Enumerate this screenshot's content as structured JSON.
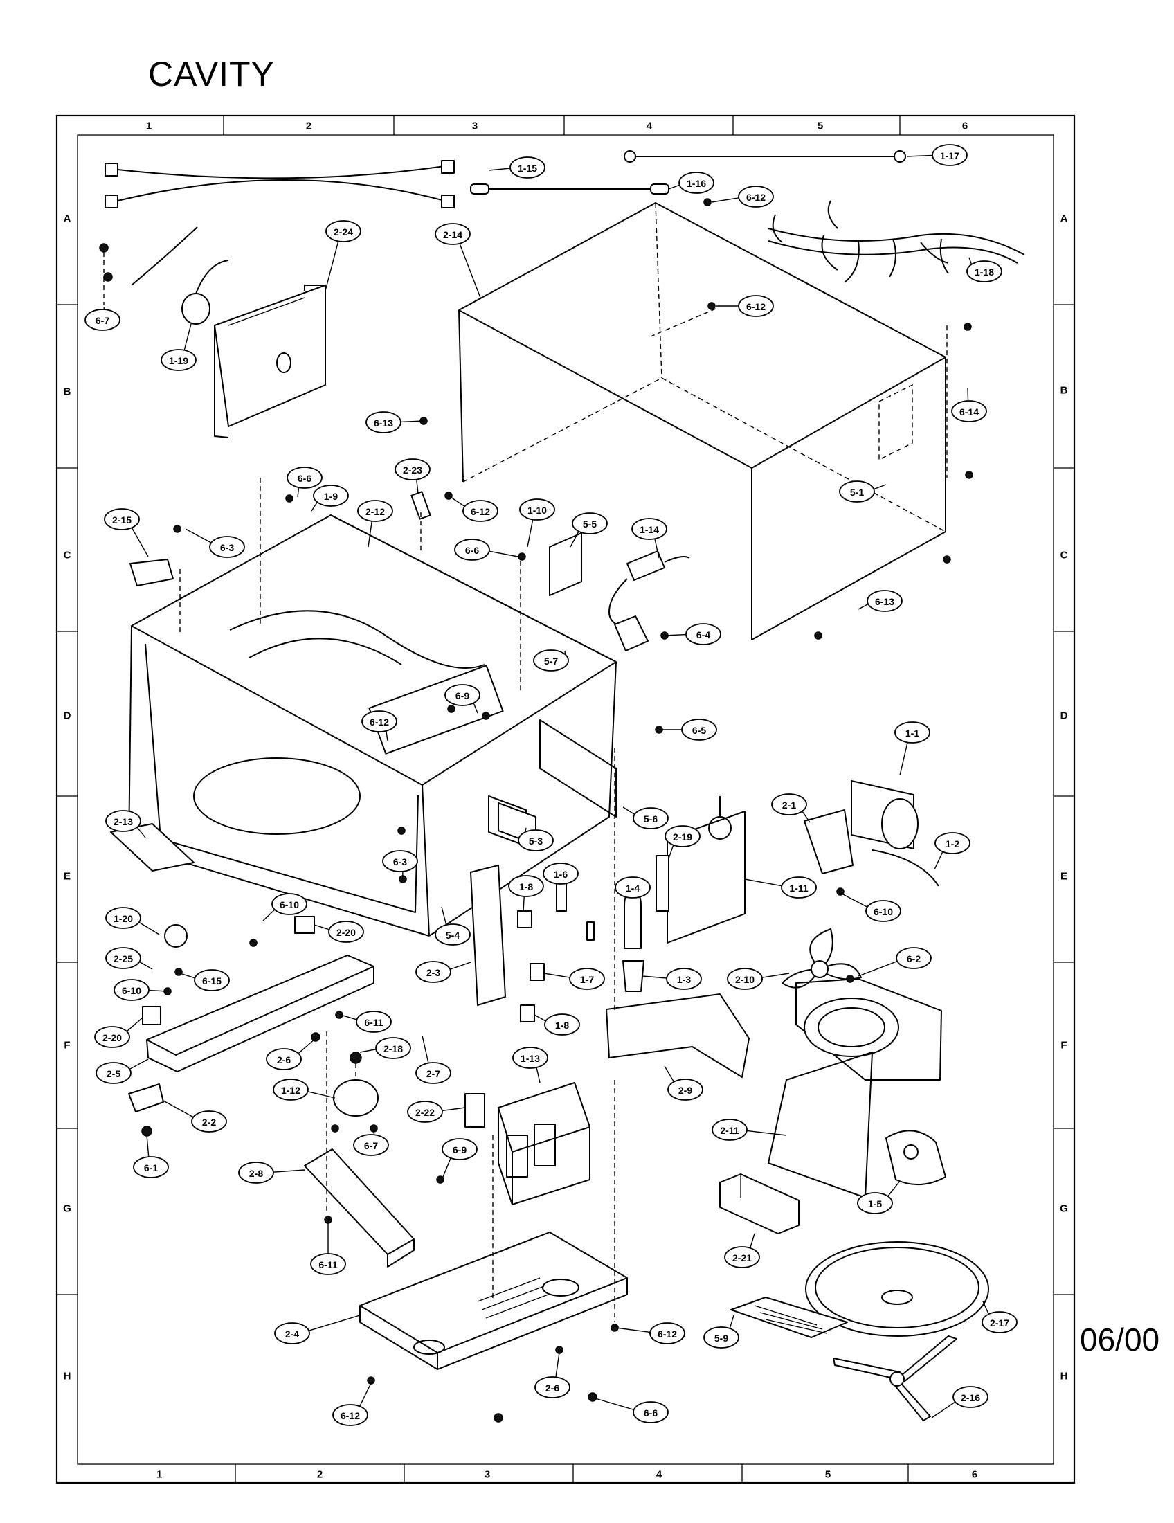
{
  "title": "CAVITY",
  "date_code": "06/00",
  "grid": {
    "columns": [
      "1",
      "2",
      "3",
      "4",
      "5",
      "6"
    ],
    "rows": [
      "A",
      "B",
      "C",
      "D",
      "E",
      "F",
      "G",
      "H"
    ]
  },
  "callouts": [
    {
      "id": "c-1-15",
      "label": "1-15"
    },
    {
      "id": "c-1-17",
      "label": "1-17"
    },
    {
      "id": "c-1-16",
      "label": "1-16"
    },
    {
      "id": "c-6-12a",
      "label": "6-12"
    },
    {
      "id": "c-1-18",
      "label": "1-18"
    },
    {
      "id": "c-2-24",
      "label": "2-24"
    },
    {
      "id": "c-2-14",
      "label": "2-14"
    },
    {
      "id": "c-6-12b",
      "label": "6-12"
    },
    {
      "id": "c-6-7a",
      "label": "6-7"
    },
    {
      "id": "c-1-19",
      "label": "1-19"
    },
    {
      "id": "c-6-14",
      "label": "6-14"
    },
    {
      "id": "c-6-13a",
      "label": "6-13"
    },
    {
      "id": "c-5-1",
      "label": "5-1"
    },
    {
      "id": "c-6-6a",
      "label": "6-6"
    },
    {
      "id": "c-2-23",
      "label": "2-23"
    },
    {
      "id": "c-1-9",
      "label": "1-9"
    },
    {
      "id": "c-6-12c",
      "label": "6-12"
    },
    {
      "id": "c-2-15",
      "label": "2-15"
    },
    {
      "id": "c-2-12",
      "label": "2-12"
    },
    {
      "id": "c-1-10",
      "label": "1-10"
    },
    {
      "id": "c-5-5",
      "label": "5-5"
    },
    {
      "id": "c-1-14",
      "label": "1-14"
    },
    {
      "id": "c-6-3a",
      "label": "6-3"
    },
    {
      "id": "c-6-6b",
      "label": "6-6"
    },
    {
      "id": "c-6-13b",
      "label": "6-13"
    },
    {
      "id": "c-6-4",
      "label": "6-4"
    },
    {
      "id": "c-5-7",
      "label": "5-7"
    },
    {
      "id": "c-6-9a",
      "label": "6-9"
    },
    {
      "id": "c-6-12d",
      "label": "6-12"
    },
    {
      "id": "c-6-5",
      "label": "6-5"
    },
    {
      "id": "c-1-1",
      "label": "1-1"
    },
    {
      "id": "c-5-6",
      "label": "5-6"
    },
    {
      "id": "c-2-1",
      "label": "2-1"
    },
    {
      "id": "c-1-2",
      "label": "1-2"
    },
    {
      "id": "c-2-13",
      "label": "2-13"
    },
    {
      "id": "c-5-3",
      "label": "5-3"
    },
    {
      "id": "c-2-19",
      "label": "2-19"
    },
    {
      "id": "c-6-3b",
      "label": "6-3"
    },
    {
      "id": "c-1-8a",
      "label": "1-8"
    },
    {
      "id": "c-1-6",
      "label": "1-6"
    },
    {
      "id": "c-1-4",
      "label": "1-4"
    },
    {
      "id": "c-1-11",
      "label": "1-11"
    },
    {
      "id": "c-6-10a",
      "label": "6-10"
    },
    {
      "id": "c-6-10b",
      "label": "6-10"
    },
    {
      "id": "c-1-20",
      "label": "1-20"
    },
    {
      "id": "c-2-20a",
      "label": "2-20"
    },
    {
      "id": "c-5-4",
      "label": "5-4"
    },
    {
      "id": "c-2-25",
      "label": "2-25"
    },
    {
      "id": "c-6-15",
      "label": "6-15"
    },
    {
      "id": "c-2-3",
      "label": "2-3"
    },
    {
      "id": "c-1-7",
      "label": "1-7"
    },
    {
      "id": "c-1-3",
      "label": "1-3"
    },
    {
      "id": "c-2-10",
      "label": "2-10"
    },
    {
      "id": "c-6-2",
      "label": "6-2"
    },
    {
      "id": "c-6-10c",
      "label": "6-10"
    },
    {
      "id": "c-6-11a",
      "label": "6-11"
    },
    {
      "id": "c-1-8b",
      "label": "1-8"
    },
    {
      "id": "c-2-20b",
      "label": "2-20"
    },
    {
      "id": "c-2-6a",
      "label": "2-6"
    },
    {
      "id": "c-2-18",
      "label": "2-18"
    },
    {
      "id": "c-2-7",
      "label": "2-7"
    },
    {
      "id": "c-2-5",
      "label": "2-5"
    },
    {
      "id": "c-2-9",
      "label": "2-9"
    },
    {
      "id": "c-1-13",
      "label": "1-13"
    },
    {
      "id": "c-1-12",
      "label": "1-12"
    },
    {
      "id": "c-2-2",
      "label": "2-2"
    },
    {
      "id": "c-2-22",
      "label": "2-22"
    },
    {
      "id": "c-6-7b",
      "label": "6-7"
    },
    {
      "id": "c-2-11",
      "label": "2-11"
    },
    {
      "id": "c-6-1",
      "label": "6-1"
    },
    {
      "id": "c-6-9b",
      "label": "6-9"
    },
    {
      "id": "c-2-8",
      "label": "2-8"
    },
    {
      "id": "c-1-5",
      "label": "1-5"
    },
    {
      "id": "c-2-21",
      "label": "2-21"
    },
    {
      "id": "c-6-11b",
      "label": "6-11"
    },
    {
      "id": "c-2-17",
      "label": "2-17"
    },
    {
      "id": "c-2-4",
      "label": "2-4"
    },
    {
      "id": "c-6-12e",
      "label": "6-12"
    },
    {
      "id": "c-5-9",
      "label": "5-9"
    },
    {
      "id": "c-2-6b",
      "label": "2-6"
    },
    {
      "id": "c-6-12f",
      "label": "6-12"
    },
    {
      "id": "c-6-6c",
      "label": "6-6"
    },
    {
      "id": "c-2-16",
      "label": "2-16"
    }
  ]
}
